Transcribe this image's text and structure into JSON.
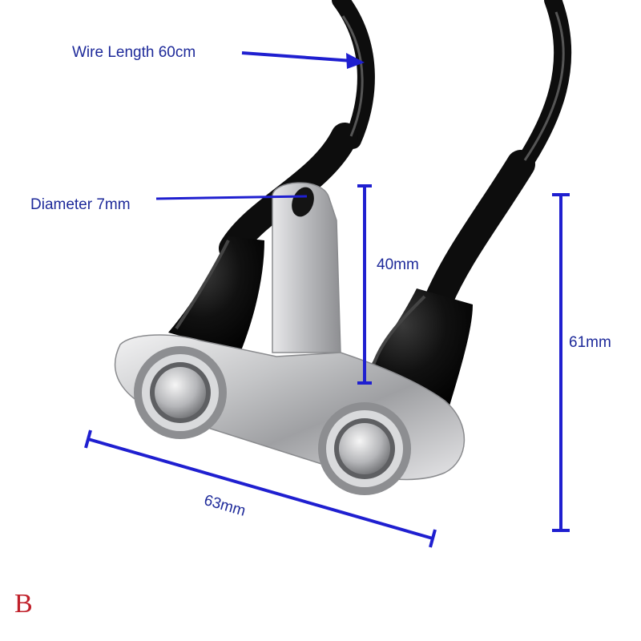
{
  "labels": {
    "wire_length": "Wire Length 60cm",
    "diameter": "Diameter 7mm",
    "height_bracket": "40mm",
    "height_total": "61mm",
    "width": "63mm"
  },
  "variant_letter": "B",
  "colors": {
    "dimension_line": "#1f1fd0",
    "label_text": "#1e2a9a",
    "variant_letter": "#c0202a",
    "cable": "#0d0d0d",
    "bracket_metal": "#c9cacc"
  },
  "icons": [
    "switch-button-icon"
  ]
}
